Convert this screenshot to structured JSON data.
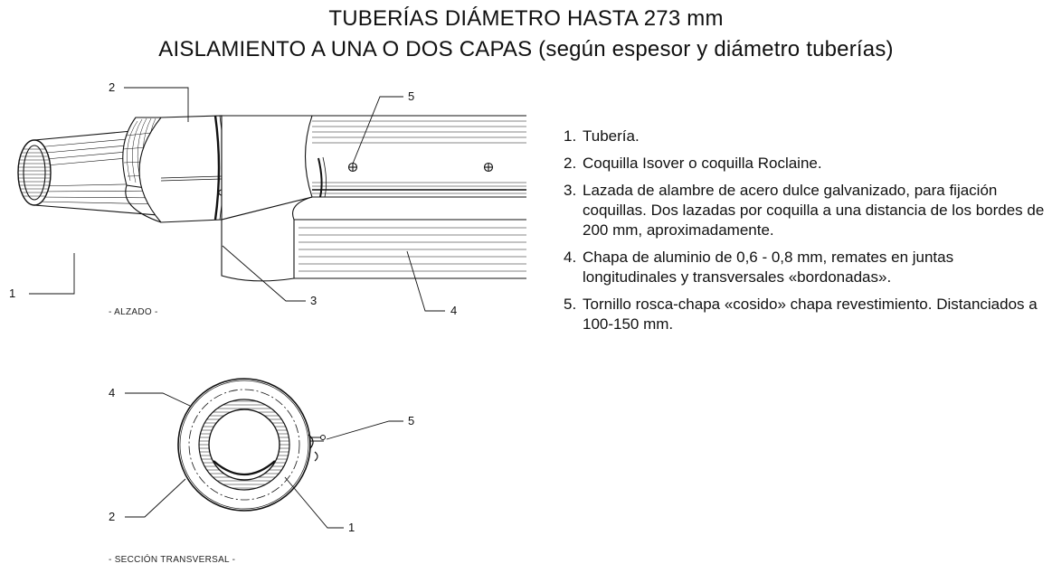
{
  "title_line1": "TUBERÍAS DIÁMETRO HASTA 273 mm",
  "title_line2": "AISLAMIENTO A UNA O DOS CAPAS (según espesor y diámetro tuberías)",
  "elevation": {
    "view_label": "- ALZADO -",
    "callouts": [
      "1",
      "2",
      "3",
      "4",
      "5"
    ]
  },
  "section": {
    "view_label": "- SECCIÓN TRANSVERSAL -",
    "callouts": [
      "1",
      "2",
      "4",
      "5"
    ]
  },
  "legend": [
    {
      "num": "1.",
      "text": "Tubería."
    },
    {
      "num": "2.",
      "text": "Coquilla Isover o coquilla Roclaine."
    },
    {
      "num": "3.",
      "text": "Lazada de alambre de acero dulce galvanizado, para fijación coquillas. Dos lazadas por coquilla a una distancia de los bordes de 200 mm, aproximadamente."
    },
    {
      "num": "4.",
      "text": "Chapa de aluminio de 0,6 - 0,8 mm, remates en juntas longitudinales y transversales «bordonadas»."
    },
    {
      "num": "5.",
      "text": "Tornillo rosca-chapa «cosido» chapa revestimiento. Distanciados a 100-150 mm."
    }
  ]
}
